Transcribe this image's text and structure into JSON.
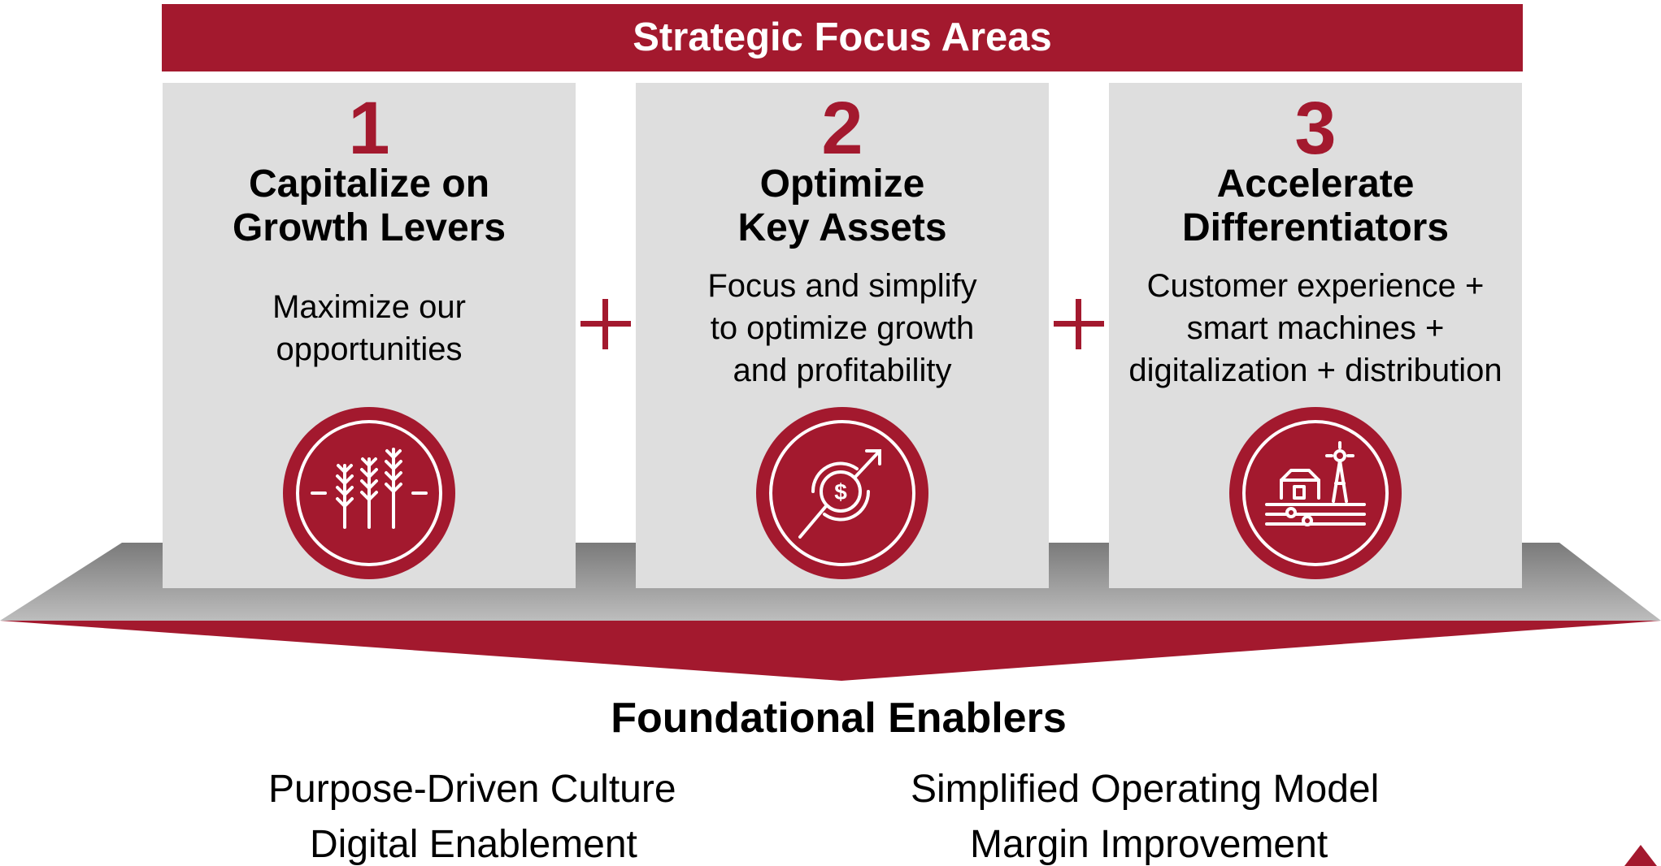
{
  "header": {
    "title": "Strategic Focus Areas"
  },
  "focus_areas": [
    {
      "number": "1",
      "title_lines": [
        "Capitalize on",
        "Growth Levers"
      ],
      "description_lines": [
        "Maximize our",
        "opportunities"
      ],
      "icon": "wheat-icon"
    },
    {
      "number": "2",
      "title_lines": [
        "Optimize",
        "Key Assets"
      ],
      "description_lines": [
        "Focus and simplify",
        "to optimize growth",
        "and profitability"
      ],
      "icon": "dollar-growth-icon"
    },
    {
      "number": "3",
      "title_lines": [
        "Accelerate",
        "Differentiators"
      ],
      "description_lines": [
        "Customer experience +",
        "smart machines +",
        "digitalization + distribution"
      ],
      "icon": "farm-icon"
    }
  ],
  "connector_icon": "plus-icon",
  "enablers": {
    "title": "Foundational Enablers",
    "items": [
      "Purpose-Driven Culture",
      "Digital Enablement",
      "Simplified Operating Model",
      "Margin Improvement"
    ]
  },
  "colors": {
    "accent": "#a3192e",
    "card_background": "#dedede",
    "platform_gray": "#9b9b9b"
  }
}
